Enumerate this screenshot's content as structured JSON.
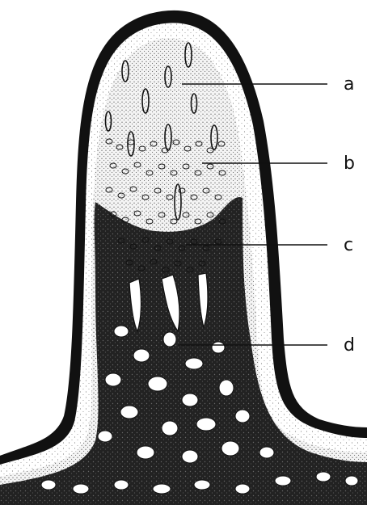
{
  "diagram": {
    "labels": [
      {
        "id": "a",
        "text": "a"
      },
      {
        "id": "b",
        "text": "b"
      },
      {
        "id": "c",
        "text": "c"
      },
      {
        "id": "d",
        "text": "d"
      }
    ],
    "colors": {
      "ink": "#111111",
      "paper": "#ffffff",
      "stipple": "#777777"
    }
  }
}
